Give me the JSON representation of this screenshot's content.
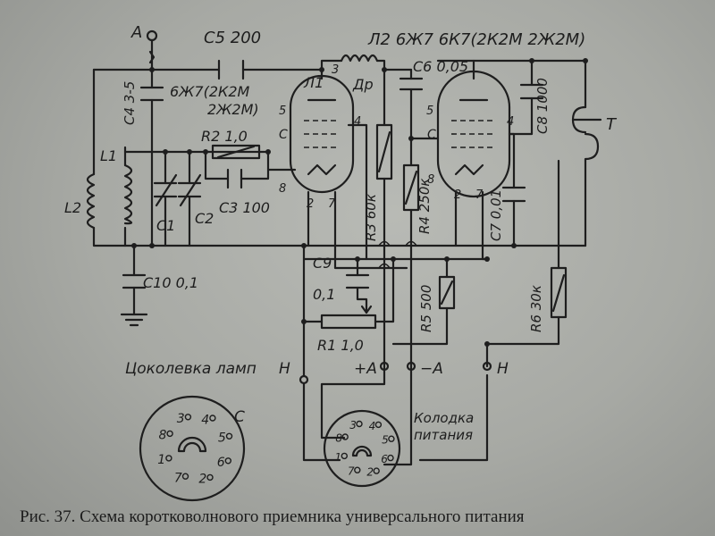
{
  "labels": {
    "antenna": "А",
    "c5": "C5 200",
    "c4": "C4 3-5",
    "tube1_types": "6Ж7(2К2М",
    "tube1_types2": "2Ж2М)",
    "l1": "Л1",
    "dr": "Др",
    "r2": "R2 1,0",
    "c3": "C3 100",
    "l1_coil": "L1",
    "l2_coil": "L2",
    "c1": "C1",
    "c2": "C2",
    "c10": "C10 0,1",
    "tube2_header": "Л2 6Ж7 6К7(2К2М 2Ж2М)",
    "c6": "C6 0,05",
    "c8": "C8 1000",
    "t": "Т",
    "r3": "R3 60к",
    "r4": "R4 250к",
    "c7": "C7 0,01",
    "c9": "C9",
    "c9_val": "0,1",
    "r5": "R5 500",
    "r6": "R6 30к",
    "r1": "R1 1,0",
    "term_h1": "Н",
    "term_plus_a": "+А",
    "term_minus_a": "−А",
    "term_h2": "Н",
    "socket_title": "Цоколевка ламп",
    "socket_c": "С",
    "kolodka_line1": "Колодка",
    "kolodka_line2": "питания",
    "pin_3": "3",
    "pin_4": "4",
    "pin_5": "5",
    "pin_8": "8",
    "pin_2": "2",
    "pin_7": "7",
    "pin_c": "С",
    "caption": "Рис. 37. Схема коротковолнового приемника универсального питания"
  },
  "socket_pins": [
    "3",
    "4",
    "5",
    "6",
    "2",
    "7",
    "1",
    "8"
  ],
  "colors": {
    "paper": "#a9aba7",
    "ink": "#1e1e1e"
  }
}
